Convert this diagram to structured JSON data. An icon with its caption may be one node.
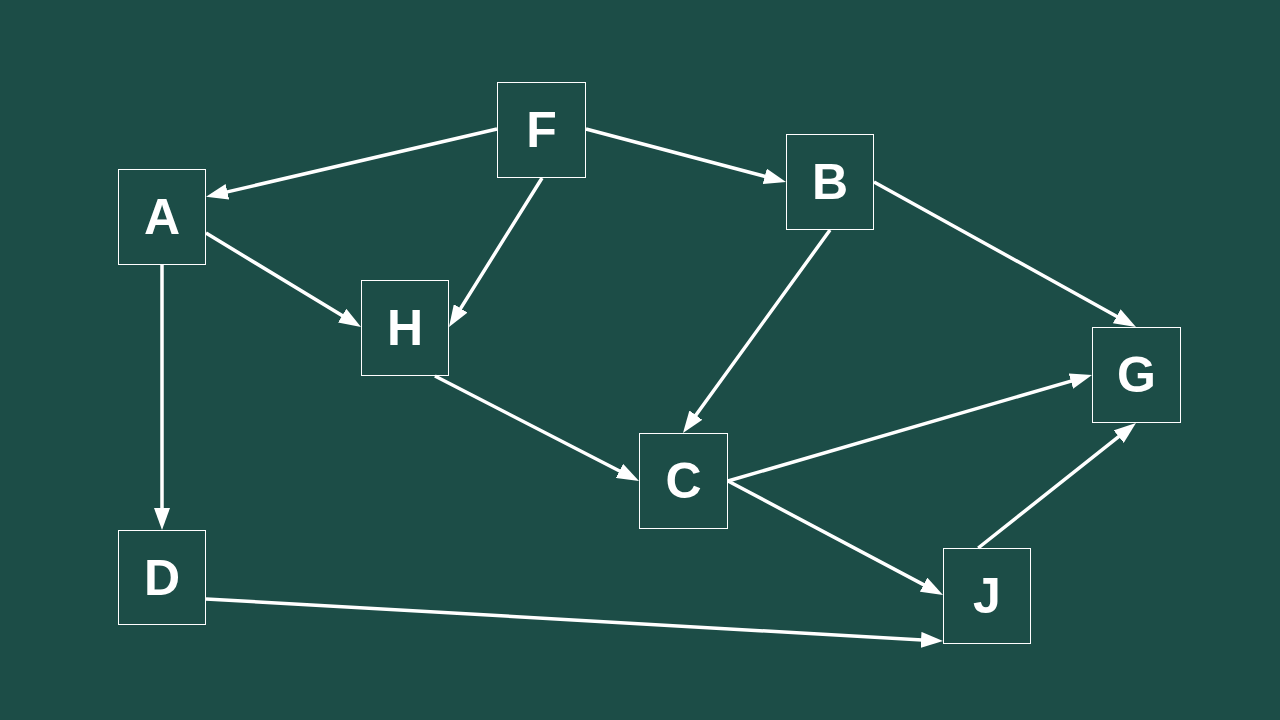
{
  "diagram": {
    "nodes": [
      {
        "text": [
          "F"
        ]
      },
      {
        "text": [
          "B"
        ]
      },
      {
        "text": [
          "A"
        ]
      },
      {
        "text": [
          "H"
        ]
      },
      {
        "text": [
          "G"
        ]
      },
      {
        "text": [
          "C"
        ]
      },
      {
        "text": [
          "D"
        ]
      },
      {
        "text": [
          "J"
        ]
      }
    ],
    "edges": [
      {
        "from": 0,
        "to": 2,
        "arrow": "to"
      },
      {
        "from": 0,
        "to": 1,
        "arrow": "to"
      },
      {
        "from": 0,
        "to": 3,
        "arrow": "to"
      },
      {
        "from": 2,
        "to": 3,
        "arrow": "to"
      },
      {
        "from": 2,
        "to": 6,
        "arrow": "to"
      },
      {
        "from": 1,
        "to": 4,
        "arrow": "to"
      },
      {
        "from": 1,
        "to": 5,
        "arrow": "to"
      },
      {
        "from": 3,
        "to": 5,
        "arrow": "to"
      },
      {
        "from": 5,
        "to": 4,
        "arrow": "to"
      },
      {
        "from": 5,
        "to": 7,
        "arrow": "to"
      },
      {
        "from": 7,
        "to": 4,
        "arrow": "to"
      },
      {
        "from": 6,
        "to": 7,
        "arrow": "to"
      }
    ]
  }
}
